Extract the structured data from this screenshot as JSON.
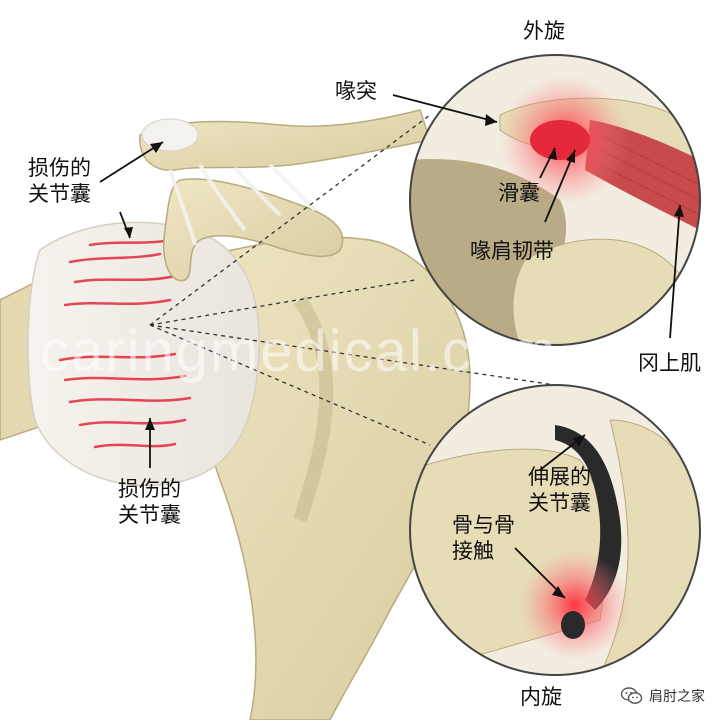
{
  "labels": {
    "external_rotation": "外旋",
    "internal_rotation": "内旋",
    "coracoid": "喙突",
    "bursa": "滑囊",
    "coracoacromial_ligament": "喙肩韧带",
    "supraspinatus": "冈上肌",
    "injured_capsule_top": [
      "损伤的",
      "关节囊"
    ],
    "injured_capsule_bottom": [
      "损伤的",
      "关节囊"
    ],
    "stretched_capsule": [
      "伸展的",
      "关节囊"
    ],
    "bone_contact": [
      "骨与骨",
      "接触"
    ]
  },
  "watermark": "caringmedical.com",
  "brand": {
    "name": "肩肘之家",
    "icon": "wechat-icon"
  },
  "colors": {
    "bone": "#e6dcb6",
    "bone_shadow": "#c9bb8e",
    "capsule": "#f3efe9",
    "injury": "#e3293a",
    "muscle": "#c84a4a",
    "inset_bg": "#b8ab86"
  }
}
